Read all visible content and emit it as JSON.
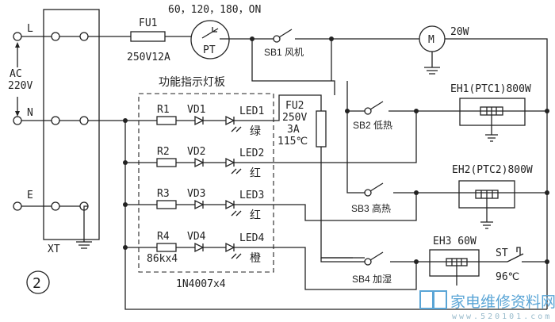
{
  "terminals": {
    "L": "L",
    "N": "N",
    "E": "E",
    "supply": [
      "AC",
      "220V"
    ],
    "block": "XT"
  },
  "fu1": {
    "name": "FU1",
    "rating": "250V12A"
  },
  "timer": {
    "name": "PT",
    "settings": "60，120，180，ON"
  },
  "sb1": "SB1 风机",
  "motor": {
    "power": "20W",
    "symbol": "M"
  },
  "panel": {
    "title": "功能指示灯板",
    "rows": [
      {
        "r": "R1",
        "vd": "VD1",
        "led": "LED1",
        "color": "绿"
      },
      {
        "r": "R2",
        "vd": "VD2",
        "led": "LED2",
        "color": "红"
      },
      {
        "r": "R3",
        "vd": "VD3",
        "led": "LED3",
        "color": "红"
      },
      {
        "r": "R4",
        "vd": "VD4",
        "led": "LED4",
        "color": "橙"
      }
    ],
    "resistor_value": "86kx4",
    "diode_value": "1N4007x4"
  },
  "fu2": [
    "FU2",
    "250V",
    "3A",
    "115℃"
  ],
  "sb2": "SB2 低热",
  "sb3": "SB3 高热",
  "sb4": "SB4 加湿",
  "eh1": "EH1(PTC1)800W",
  "eh2": "EH2(PTC2)800W",
  "eh3": "EH3  60W",
  "st": {
    "name": "ST",
    "temp": "96℃"
  },
  "figure_number": "2",
  "watermark": {
    "text": "家电维修资料网",
    "url": "www.520101.com"
  }
}
